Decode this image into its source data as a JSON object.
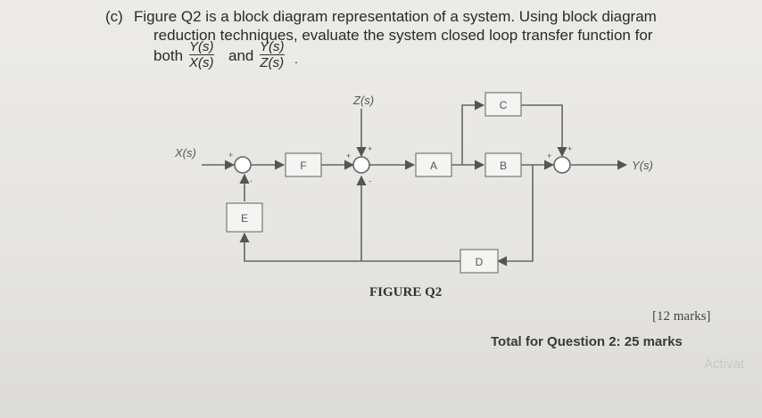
{
  "question": {
    "part_label": "(c)",
    "line1": "Figure Q2 is a block diagram representation of a system. Using block diagram",
    "line2": "reduction techniques, evaluate the system closed loop transfer function for",
    "both_word": "both",
    "and_word": "and",
    "frac1": {
      "num": "Y(s)",
      "den": "X(s)"
    },
    "frac2": {
      "num": "Y(s)",
      "den": "Z(s)"
    },
    "end_punct": "."
  },
  "diagram": {
    "input_label": "X(s)",
    "disturbance_label": "Z(s)",
    "output_label": "Y(s)",
    "blocks": {
      "F": "F",
      "A": "A",
      "B": "B",
      "C": "C",
      "D": "D",
      "E": "E"
    },
    "signs": {
      "plus": "+",
      "minus": "-"
    }
  },
  "figure_caption": "FIGURE Q2",
  "marks": "[12 marks]",
  "total": "Total for Question 2: 25 marks",
  "watermark": "Activat"
}
